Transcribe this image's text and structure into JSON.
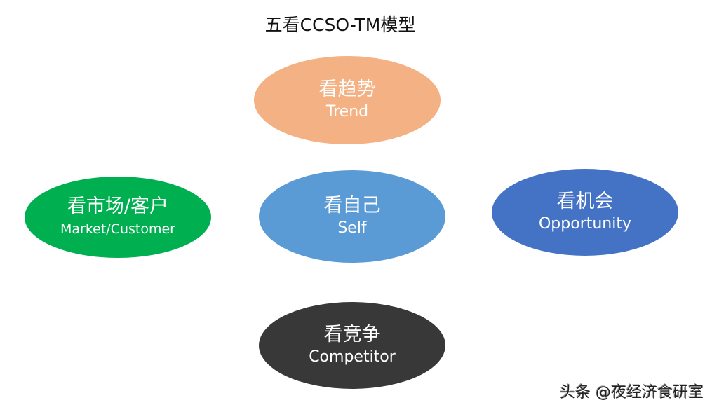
{
  "title": "五看CCSO-TM模型",
  "nodes": [
    {
      "id": "trend",
      "cn": "看趋势",
      "en": "Trend",
      "color": "#F4B183"
    },
    {
      "id": "market",
      "cn": "看市场/客户",
      "en": "Market/Customer",
      "color": "#00B050"
    },
    {
      "id": "self",
      "cn": "看自己",
      "en": "Self",
      "color": "#5B9BD5"
    },
    {
      "id": "opportunity",
      "cn": "看机会",
      "en": "Opportunity",
      "color": "#4472C4"
    },
    {
      "id": "competitor",
      "cn": "看竞争",
      "en": "Competitor",
      "color": "#383838"
    }
  ],
  "watermark": "头条 @夜经济食研室"
}
